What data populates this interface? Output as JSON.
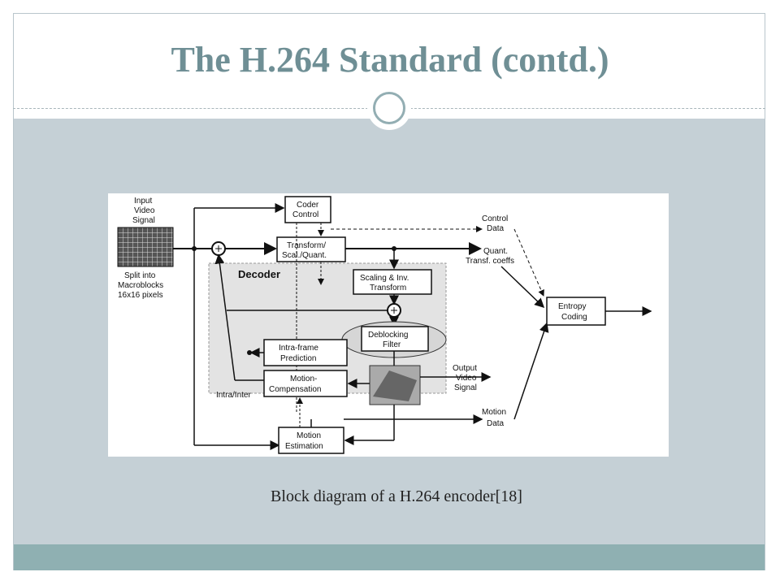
{
  "slide": {
    "title": "The H.264 Standard (contd.)",
    "caption": "Block diagram of a H.264 encoder[18]"
  },
  "diagram": {
    "input_label": [
      "Input",
      "Video",
      "Signal"
    ],
    "split_label": [
      "Split into",
      "Macroblocks",
      "16x16 pixels"
    ],
    "decoder_label": "Decoder",
    "intra_inter_label": "Intra/Inter",
    "blocks": {
      "coder_control": [
        "Coder",
        "Control"
      ],
      "transform": [
        "Transform/",
        "Scal./Quant."
      ],
      "scaling_inv": [
        "Scaling & Inv.",
        "Transform"
      ],
      "deblocking": [
        "Deblocking",
        "Filter"
      ],
      "intra_pred": [
        "Intra-frame",
        "Prediction"
      ],
      "motion_comp": [
        "Motion-",
        "Compensation"
      ],
      "motion_est": [
        "Motion",
        "Estimation"
      ],
      "entropy": [
        "Entropy",
        "Coding"
      ]
    },
    "outputs": {
      "control_data": [
        "Control",
        "Data"
      ],
      "quant_coefs": [
        "Quant.",
        "Transf. coeffs"
      ],
      "output_video": [
        "Output",
        "Video",
        "Signal"
      ],
      "motion_data": [
        "Motion",
        "Data"
      ]
    }
  }
}
